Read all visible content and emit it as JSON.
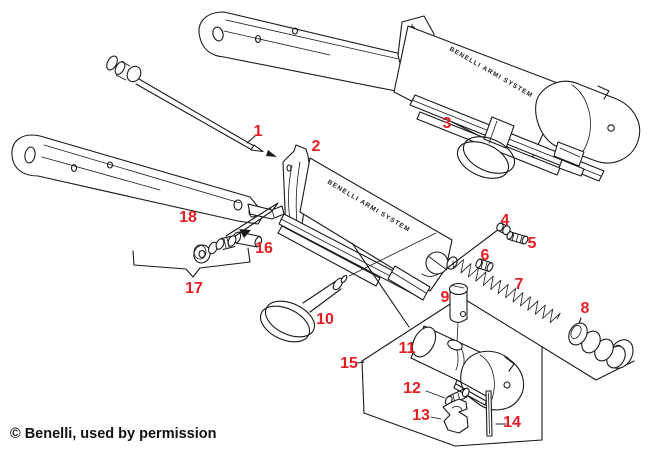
{
  "diagram": {
    "labels": [
      "1",
      "2",
      "3",
      "4",
      "5",
      "6",
      "7",
      "8",
      "9",
      "10",
      "11",
      "12",
      "13",
      "14",
      "15",
      "16",
      "17",
      "18"
    ],
    "engraving": "BENELLI ARMI SYSTEM",
    "copyright": "© Benelli, used by permission",
    "colors": {
      "label": "#e61d23",
      "line": "#1a1a1a",
      "background": "#ffffff"
    }
  }
}
